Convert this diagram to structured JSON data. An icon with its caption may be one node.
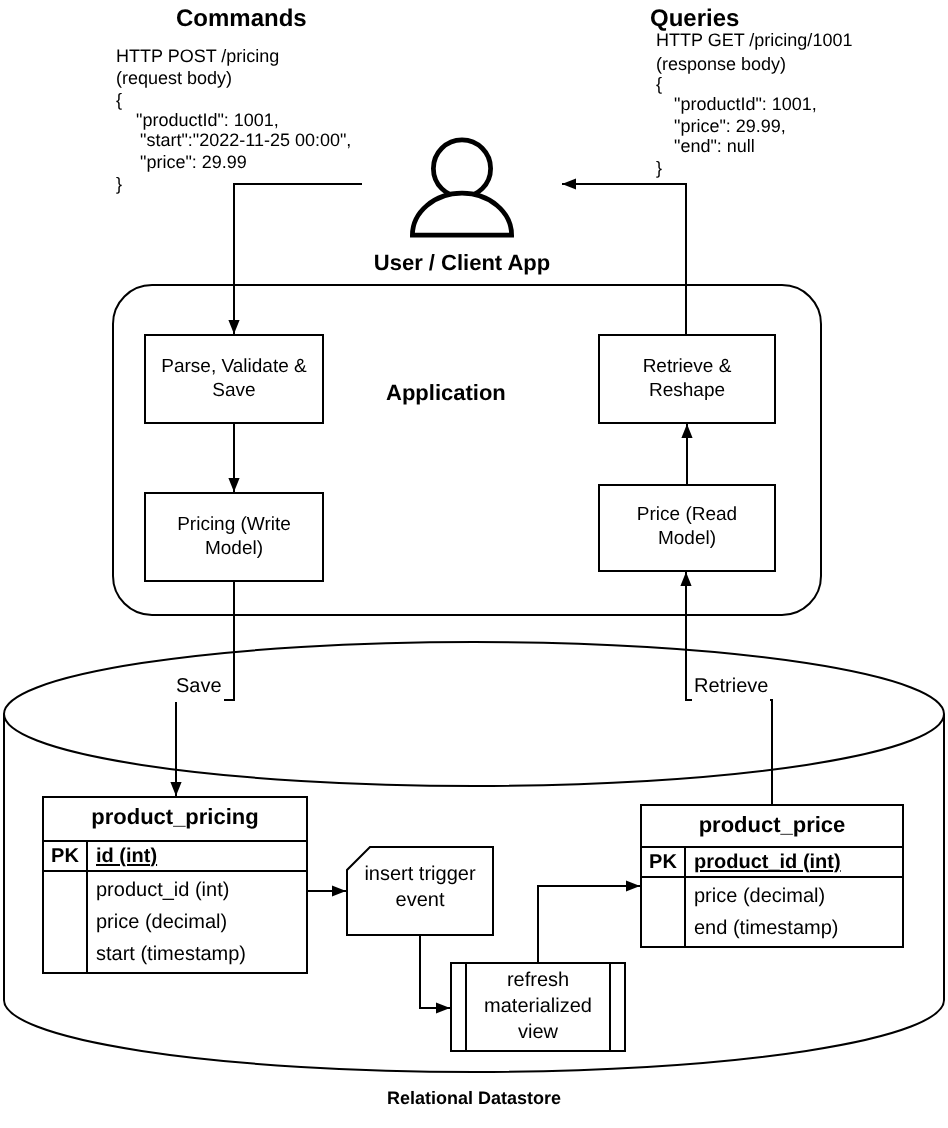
{
  "diagram": {
    "nodes": [
      {
        "text": [
          "User / Client App"
        ]
      },
      {
        "text": [
          "Application"
        ]
      },
      {
        "text": [
          "Parse, Validate & Save"
        ],
        "in": 1
      },
      {
        "text": [
          "Pricing (Write Model)"
        ],
        "in": 1
      },
      {
        "text": [
          "Retrieve & Reshape"
        ],
        "in": 1
      },
      {
        "text": [
          "Price (Read Model)"
        ],
        "in": 1
      },
      {
        "text": [
          "Relational Datastore"
        ]
      },
      {
        "text": [
          "product_pricing",
          "PK",
          "id (int)",
          "product_id (int)",
          "price (decimal)",
          "start (timestamp)"
        ],
        "in": 6
      },
      {
        "text": [
          "insert trigger event"
        ],
        "in": 6
      },
      {
        "text": [
          "refresh materialized view"
        ],
        "in": 6
      },
      {
        "text": [
          "product_price",
          "PK",
          "product_id (int)",
          "price (decimal)",
          "end (timestamp)"
        ],
        "in": 6
      }
    ],
    "edges": [
      {
        "from": 0,
        "to": 2,
        "arrow": "to"
      },
      {
        "from": 2,
        "to": 3,
        "arrow": "to"
      },
      {
        "from": 3,
        "to": 7,
        "arrow": "to",
        "label": "Save"
      },
      {
        "from": 10,
        "to": 5,
        "arrow": "to",
        "label": "Retrieve"
      },
      {
        "from": 5,
        "to": 4,
        "arrow": "to"
      },
      {
        "from": 4,
        "to": 0,
        "arrow": "to"
      },
      {
        "from": 7,
        "to": 8,
        "arrow": "to"
      },
      {
        "from": 8,
        "to": 9,
        "arrow": "to"
      },
      {
        "from": 9,
        "to": 10,
        "arrow": "to"
      }
    ],
    "labels": [
      "Commands",
      "HTTP POST /pricing",
      "(request body)",
      "{",
      "\"productId\": 1001,",
      "\"start\":\"2022-11-25 00:00\",",
      "\"price\": 29.99",
      "}",
      "Queries",
      "HTTP GET /pricing/1001",
      "(response body)",
      "{",
      "\"productId\": 1001,",
      "\"price\": 29.99,",
      "\"end\": null",
      "}"
    ]
  }
}
